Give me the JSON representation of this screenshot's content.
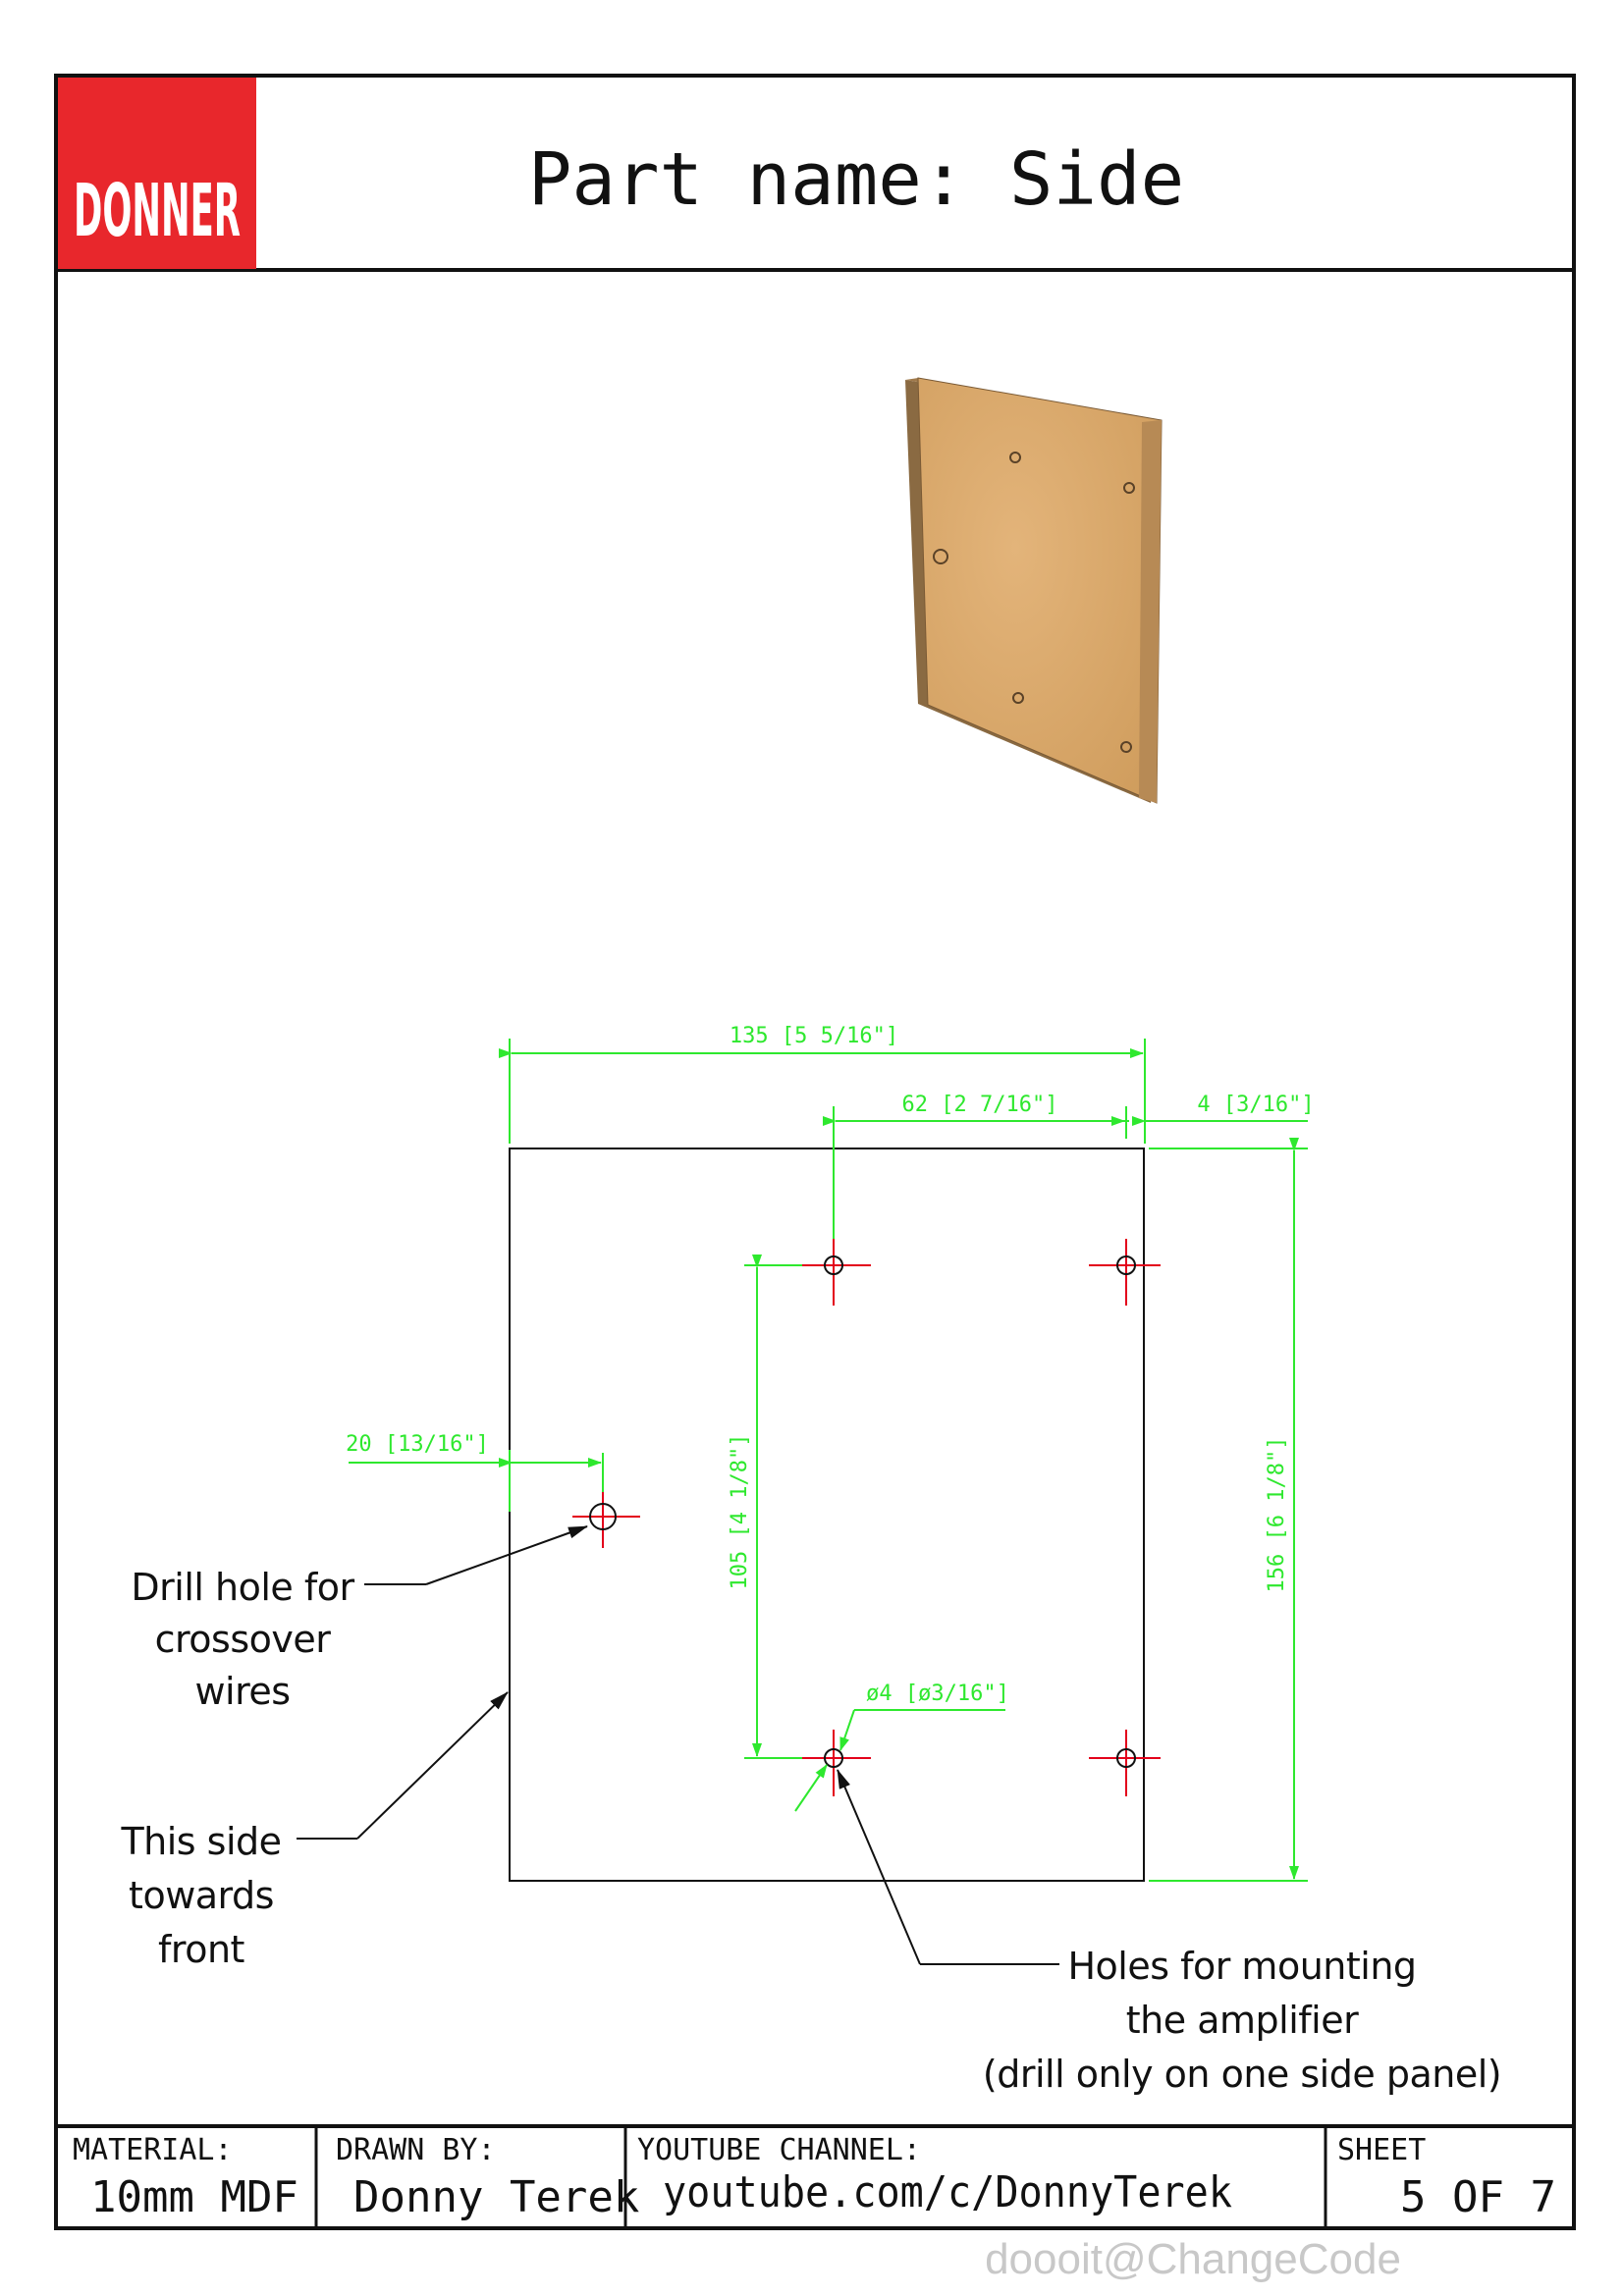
{
  "logo": {
    "text": "DONNER",
    "color": "#e8272c"
  },
  "title": "Part name: Side",
  "dimensions": {
    "overall_width": "135 [5 5/16\"]",
    "hole_spacing_x": "62 [2 7/16\"]",
    "edge_offset_right": "4 [3/16\"]",
    "edge_offset_left": "20 [13/16\"]",
    "hole_spacing_y": "105 [4 1/8\"]",
    "overall_height": "156 [6 1/8\"]",
    "hole_diameter": "ø4 [ø3/16\"]"
  },
  "notes": {
    "drill_hole": [
      "Drill hole for",
      "crossover",
      "wires"
    ],
    "front_side": [
      "This side",
      "towards",
      "front"
    ],
    "amp_holes": [
      "Holes for mounting",
      "the amplifier",
      "(drill only on one side panel)"
    ]
  },
  "title_block": {
    "material_label": "MATERIAL:",
    "material_value": "10mm MDF",
    "drawn_by_label": "DRAWN BY:",
    "drawn_by_value": "Donny Terek",
    "channel_label": "YOUTUBE CHANNEL:",
    "channel_value": "youtube.com/c/DonnyTerek",
    "sheet_label": "SHEET",
    "sheet_value": "5 OF 7"
  },
  "watermark": "doooit@ChangeCode",
  "colors": {
    "dimension": "#2ee82e",
    "centerline": "#e3001b",
    "outline": "#111111",
    "mdf": "#d9a96c"
  }
}
